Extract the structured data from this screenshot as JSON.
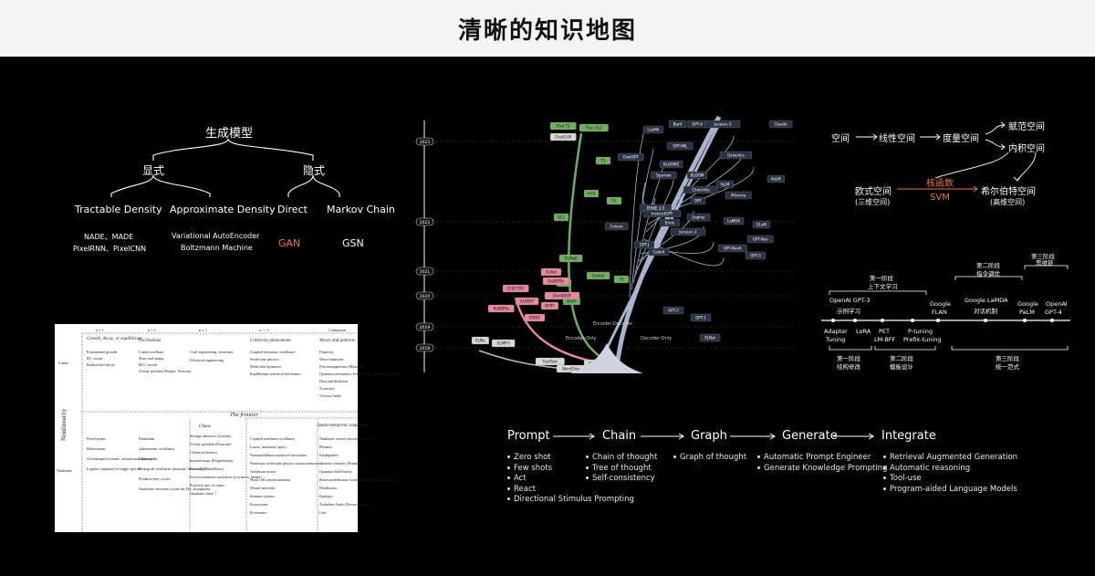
{
  "header": {
    "title": "清晰的知识地图"
  },
  "generative": {
    "root": "生成模型",
    "explicit": "显式",
    "implicit": "隐式",
    "tractable": "Tractable Density",
    "approx": "Approximate Density",
    "direct": "Direct",
    "markov": "Markov Chain",
    "tractable_ex1": "NADE、MADE",
    "tractable_ex2": "PixelRNN、PixelCNN",
    "approx_ex1": "Variational AutoEncoder",
    "approx_ex2": "Boltzmann Machine",
    "gan": "GAN",
    "gsn": "GSN",
    "gan_color": "#e8784a"
  },
  "nonlinearity": {
    "cols": [
      "n = 1",
      "n = 2",
      "n ≥ 3",
      "n >> 1",
      "Continuum"
    ],
    "continuum_sub": "Waves and patterns",
    "row_linear": "Linear",
    "row_nonlinear": "Nonlinear",
    "axis_label": "Nonlinearity",
    "frontier": "The frontier",
    "h_growth": "Growth, decay, or equilibrium",
    "h_osc": "Oscillations",
    "h_collective": "Collective phenomena",
    "h_chaos": "Chaos",
    "h_spatio": "Spatio-temporal complexity",
    "c1": [
      "Exponential growth",
      "RC circuit",
      "Radioactive decay"
    ],
    "c2": [
      "Linear oscillator",
      "Mass and spring",
      "RLC circuit",
      "2-body problem (Kepler, Newton)"
    ],
    "c3": [
      "Civil engineering, structures",
      "Electrical engineering"
    ],
    "c4": [
      "Coupled harmonic oscillators",
      "Solid-state physics",
      "Molecular dynamics",
      "Equilibrium statistical mechanics"
    ],
    "c5": [
      "Elasticity",
      "Wave equations",
      "Electromagnetism (Maxwell)",
      "Quantum mechanics (Schrödinger, Heisenberg, Dirac)",
      "Heat and diffusion",
      "Acoustics",
      "Viscous fluids"
    ],
    "n1": [
      "Fixed points",
      "Bifurcations",
      "Overdamped systems, relaxational dynamics",
      "Logistic equation for single species"
    ],
    "n2": [
      "Pendulum",
      "Anharmonic oscillators",
      "Limit cycles",
      "Biological oscillators (neurons, heart cells)",
      "Predator-prey cycles",
      "Nonlinear electronics (van der Pol, Josephson)"
    ],
    "n3": [
      "Strange attractors (Lorenz)",
      "3-body problem (Poincaré)",
      "Chemical kinetics",
      "Iterated maps (Feigenbaum)",
      "Fractals (Mandelbrot)",
      "Forced nonlinear oscillators (Levinson, Smale)",
      "Practical uses of chaos",
      "Quantum chaos ?"
    ],
    "n4": [
      "Coupled nonlinear oscillators",
      "Lasers, nonlinear optics",
      "Nonequilibrium statistical mechanics",
      "Nonlinear solid-state physics (semiconductors)",
      "Josephson arrays",
      "Heart cell synchronization",
      "Neural networks",
      "Immune system",
      "Ecosystems",
      "Economics"
    ],
    "n5": [
      "Nonlinear waves (shocks, solitons)",
      "Plasmas",
      "Earthquakes",
      "General relativity (Einstein)",
      "Quantum field theory",
      "Reaction-diffusion, biological and chemical waves",
      "Fibrillation",
      "Epilepsy",
      "Turbulent fluids (Navier-Stokes)",
      "Life"
    ]
  },
  "tree": {
    "years": [
      "2023",
      "2022",
      "2021",
      "2020",
      "2019",
      "2018"
    ],
    "encoder_only": "Encoder-Only",
    "encoder_decoder": "Encoder-Decoder",
    "decoder_only": "Decoder-Only",
    "green": [
      "Flan T5",
      "Flan UL2",
      "T5",
      "mT5",
      "UL2",
      "ST-MoE",
      "GLM",
      "Switch",
      "T0",
      "Tk",
      "BART"
    ],
    "pink": [
      "BERT",
      "RoBERTa",
      "ALBERT",
      "ELECTRA",
      "DeBERTa",
      "DistilBERT",
      "ERNIE",
      "XLNet"
    ],
    "grey": [
      "ChatGLM",
      "ELMo",
      "ULMFiT",
      "FastText",
      "Word2Vec",
      "GloVe"
    ],
    "blue": [
      "GPT-4",
      "LLaMA",
      "Bard",
      "Claude",
      "Jurassic-2",
      "PaLM",
      "OPT-IML",
      "Galactica",
      "BLOOMZ",
      "Sparrow",
      "BLOOM",
      "Chinchilla",
      "OPT",
      "YaLM",
      "Minerva",
      "Gopher",
      "LaMDA",
      "GLaM",
      "Jurassic-1",
      "GPT-NeoX",
      "CodeX",
      "GPT-J",
      "ERNIE 3.0",
      "Ernie",
      "Cohere",
      "InstructGPT",
      "GPT-3",
      "GPT-Neo",
      "GPT-2",
      "GPT-1",
      "XLNet",
      "ChatGPT"
    ],
    "colors": {
      "green": "#6fae5f",
      "pink": "#e48a9a",
      "blue": "#6b7fa5",
      "grey": "#d8d8d8",
      "trunk": "#a7b3cf"
    }
  },
  "kernel": {
    "space": "空间",
    "linear_space": "线性空间",
    "metric_space": "度量空间",
    "normed_space": "赋范空间",
    "inner_space": "内积空间",
    "euclid": "欧式空间",
    "euclid_sub": "(三维空间)",
    "hilbert": "希尔伯特空间",
    "hilbert_sub": "(高维空间)",
    "kernel_fn": "核函数",
    "svm": "SVM",
    "accent": "#e8784a"
  },
  "timeline": {
    "top_labels": [
      {
        "a": "第一阶段",
        "b": "上下文学习"
      },
      {
        "a": "第二阶段",
        "b": "指令调优"
      },
      {
        "a": "第三阶段",
        "b": "思维链"
      }
    ],
    "models_top": [
      {
        "a": "OpenAI GPT-3",
        "b": "示例学习"
      },
      {
        "a": "Google",
        "b": "FLAN"
      },
      {
        "a": "Google LaMDA",
        "b": "对话机制"
      },
      {
        "a": "Google",
        "b": "PaLM"
      },
      {
        "a": "OpenAI",
        "b": "GPT-4"
      }
    ],
    "models_bottom": [
      {
        "a": "Adapter",
        "b": "Tuning"
      },
      {
        "a": "LoRA",
        "b": ""
      },
      {
        "a": "PET",
        "b": "LM-BFF"
      },
      {
        "a": "P-tuning",
        "b": "Prefix-tuning"
      }
    ],
    "bottom_labels": [
      {
        "a": "第一阶段",
        "b": "结构修改"
      },
      {
        "a": "第二阶段",
        "b": "模板设计"
      },
      {
        "a": "第三阶段",
        "b": "统一范式"
      }
    ]
  },
  "prompt": {
    "stages": [
      "Prompt",
      "Chain",
      "Graph",
      "Generate",
      "Integrate"
    ],
    "prompt_items": [
      "Zero shot",
      "Few shots",
      "Act",
      "React",
      "Directional Stimulus Prompting"
    ],
    "chain_items": [
      "Chain of thought",
      "Tree of thought",
      "Self-consistency"
    ],
    "graph_items": [
      "Graph of thought"
    ],
    "generate_items": [
      "Automatic Prompt Engineer",
      "Generate Knowledge Prompting"
    ],
    "integrate_items": [
      "Retrieval Augmented Generation",
      "Automatic reasoning",
      "Tool-use",
      "Program-aided Language Models"
    ]
  }
}
